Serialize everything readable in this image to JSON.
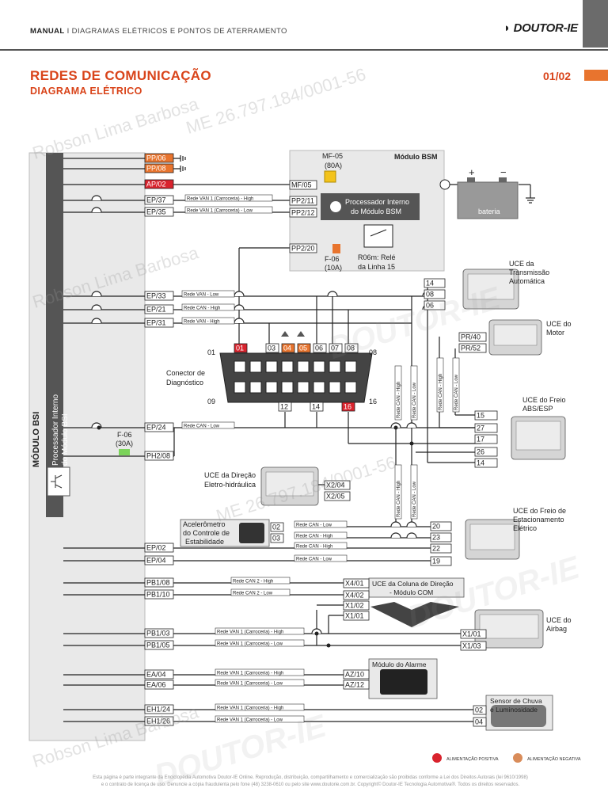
{
  "header": {
    "breadcrumb_bold": "MANUAL",
    "breadcrumb_rest": " I DIAGRAMAS ELÉTRICOS E PONTOS DE ATERRAMENTO",
    "logo": "DOUTOR-IE"
  },
  "title": "REDES DE COMUNICAÇÃO",
  "subtitle": "DIAGRAMA ELÉTRICO",
  "page": "01/02",
  "watermark": {
    "name": "Robson Lima Barbosa",
    "id": "ME 26.797.184/0001-56",
    "brand": "DOUTOR-IE"
  },
  "bsi": {
    "label": "MÓDULO BSI",
    "processor": "Processador Interno do Módulo BSI",
    "left_pins": [
      "PP/06",
      "PP/08",
      "AP/02",
      "EP/37",
      "EP/35",
      "EP/33",
      "EP/21",
      "EP/31",
      "EP/24",
      "PH2/08",
      "EP/02",
      "EP/04",
      "PB1/08",
      "PB1/10",
      "PB1/03",
      "PB1/05",
      "EA/04",
      "EA/06",
      "EH1/24",
      "EH1/26"
    ]
  },
  "fuse_f06_30": {
    "name": "F-06",
    "rating": "(30A)"
  },
  "bsm": {
    "title": "Módulo BSM",
    "fuse_main": "MF-05",
    "fuse_main_rating": "(80A)",
    "pin_mf05": "MF/05",
    "pin_pp211": "PP2/11",
    "pin_pp212": "PP2/12",
    "pin_pp220": "PP2/20",
    "processor_line1": "Processador Interno",
    "processor_line2": "do Módulo BSM",
    "fuse_f06": "F-06",
    "fuse_f06_rating": "(10A)",
    "relay_line1": "R06m: Relé",
    "relay_line2": "da Linha 15"
  },
  "battery": {
    "label": "bateria",
    "plus": "+",
    "minus": "−"
  },
  "diag": {
    "title_line1": "Conector de",
    "title_line2": "Diagnóstico",
    "pins_top": [
      "01",
      "03",
      "04",
      "05",
      "06",
      "07",
      "08"
    ],
    "pins_bottom": [
      "12",
      "14",
      "16"
    ],
    "corner_01": "01",
    "corner_08": "08",
    "corner_09": "09",
    "corner_16": "16"
  },
  "wires": {
    "van1_high": "Rede VAN 1 (Carroceria) - High",
    "van1_low": "Rede VAN 1 (Carroceria) - Low",
    "van_low": "Rede VAN - Low",
    "can_high": "Rede CAN - High",
    "van_high": "Rede VAN - High",
    "can_low": "Rede CAN - Low",
    "can2_high": "Rede CAN 2 - High",
    "can2_low": "Rede CAN 2 - Low"
  },
  "modules": {
    "transmission": {
      "line1": "UCE da",
      "line2": "Transmissão",
      "line3": "Automática",
      "pins": [
        "14",
        "08",
        "06"
      ]
    },
    "engine": {
      "line1": "UCE do",
      "line2": "Motor",
      "pins": [
        "PR/40",
        "PR/52"
      ]
    },
    "abs": {
      "line1": "UCE do Freio",
      "line2": "ABS/ESP",
      "pins": [
        "15",
        "27",
        "17",
        "26",
        "14"
      ]
    },
    "steering": {
      "line1": "UCE da Direção",
      "line2": "Eletro-hidráulica",
      "pins": [
        "X2/04",
        "X2/05"
      ]
    },
    "parking": {
      "line1": "UCE do Freio de",
      "line2": "Estacionamento",
      "line3": "Elétrico",
      "pins": [
        "20",
        "23",
        "22",
        "19"
      ]
    },
    "accel": {
      "line1": "Acelerômetro",
      "line2": "do Controle de",
      "line3": "Estabilidade",
      "pins": [
        "02",
        "03"
      ]
    },
    "column": {
      "line1": "UCE da Coluna de Direção",
      "line2": "- Módulo COM",
      "pins": [
        "X4/01",
        "X4/02",
        "X1/02",
        "X1/01"
      ]
    },
    "airbag": {
      "line1": "UCE do",
      "line2": "Airbag",
      "pins": [
        "X1/01",
        "X1/03"
      ]
    },
    "alarm": {
      "line1": "Módulo do Alarme",
      "pins": [
        "AZ/10",
        "AZ/12"
      ]
    },
    "rain": {
      "line1": "Sensor de Chuva",
      "line2": "e Luminosidade",
      "pins": [
        "02",
        "04"
      ]
    }
  },
  "vertical_labels": {
    "can_high": "Rede CAN - High",
    "can_low": "Rede CAN - Low"
  },
  "legend": {
    "positive": "ALIMENTAÇÃO POSITIVA",
    "negative": "ALIMENTAÇÃO NEGATIVA",
    "positive_color": "#d9232d",
    "negative_color": "#d98c5a"
  },
  "colors": {
    "accent": "#d9441a",
    "pin_orange": "#e8742e",
    "pin_red": "#d9232d"
  },
  "footer_line1": "Esta página é parte integrante da Enciclopédia Automotiva Doutor-IE Online. Reprodução, distribuição, compartilhamento e comercialização são proibidas conforme a Lei dos Direitos Autorais (lei 9610/1998)",
  "footer_line2": "e o contrato de licença de uso. Denuncie a cópia fraudulenta pelo fone (48) 3238-0610 ou pelo site www.doutorie.com.br. Copyright© Doutor-IE Tecnologia Automotiva®. Todos os direitos reservados."
}
